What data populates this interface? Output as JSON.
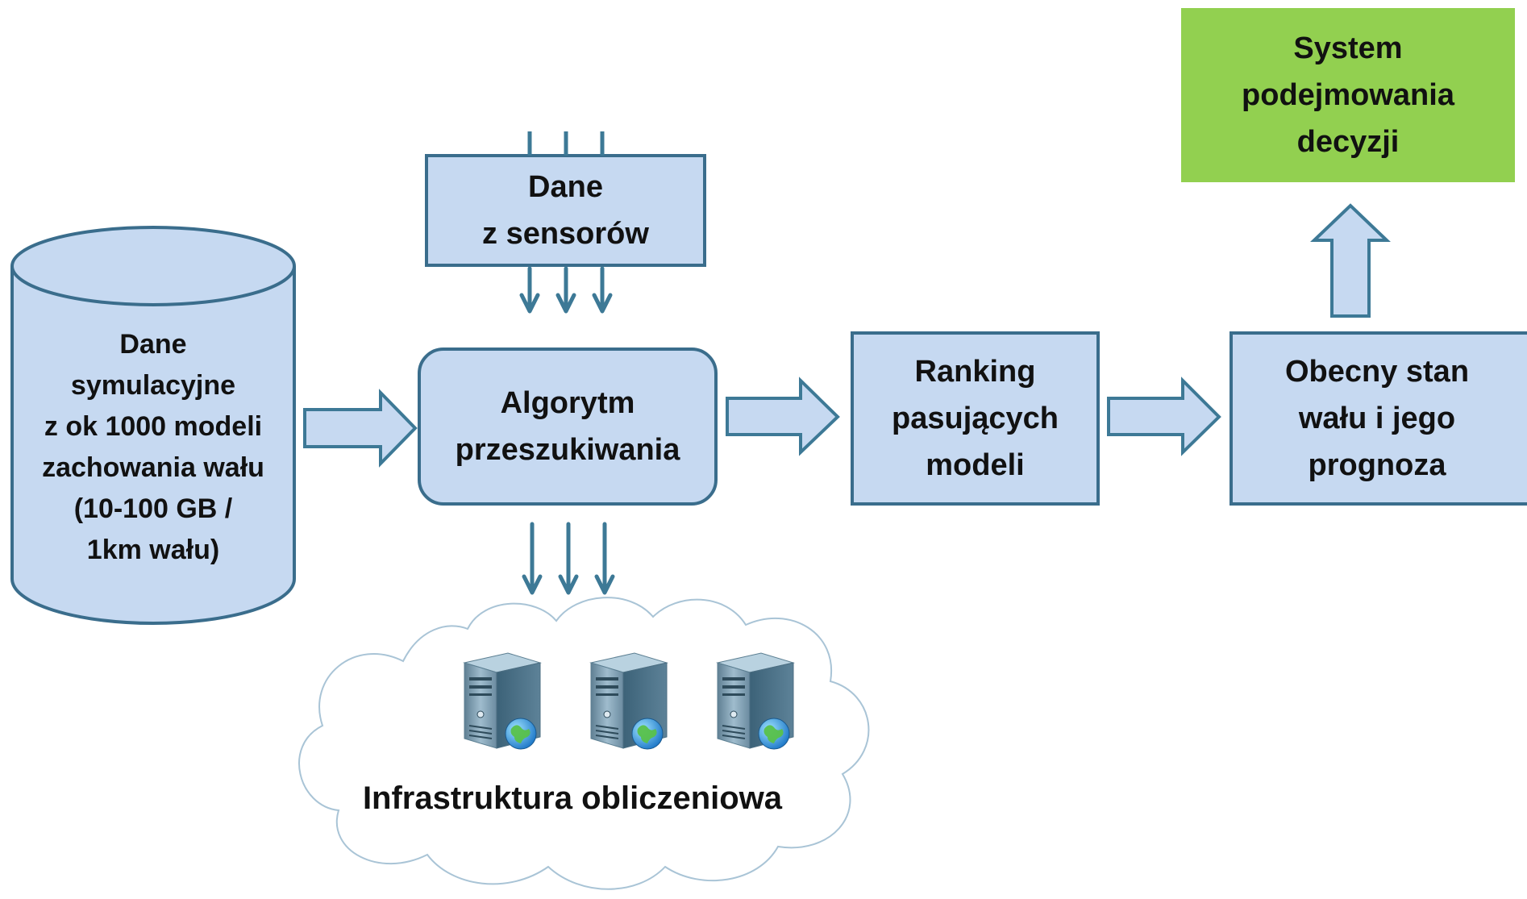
{
  "nodes": {
    "simulation_db": "Dane\nsymulacyjne\nz ok 1000 modeli\nzachowania wału\n(10-100 GB /\n1km wału)",
    "sensor_data": "Dane\nz sensorów",
    "search_algorithm": "Algorytm\nprzeszukiwania",
    "ranking": "Ranking\npasujących\nmodeli",
    "current_state": "Obecny stan\nwału  i jego\nprognoza",
    "decision_system": "System\npodejmowania\ndecyzji",
    "infrastructure": "Infrastruktura obliczeniowa"
  },
  "colors": {
    "box_fill": "#c6d9f1",
    "box_stroke": "#3a6d8c",
    "arrow_stroke": "#3d7996",
    "decision_fill": "#92d050",
    "cloud_stroke": "#a9c4d6"
  },
  "icons": [
    "server-globe-icon",
    "server-globe-icon",
    "server-globe-icon"
  ]
}
